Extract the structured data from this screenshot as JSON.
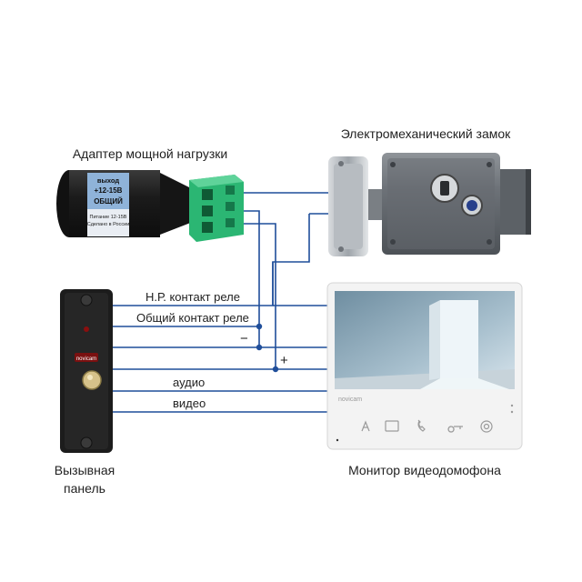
{
  "labels": {
    "adapter": "Адаптер мощной нагрузки",
    "lock": "Электромеханический замок",
    "call_panel_line1": "Вызывная",
    "call_panel_line2": "панель",
    "monitor": "Монитор видеодомофона"
  },
  "wires": {
    "no_relay": "Н.Р. контакт реле",
    "common_relay": "Общий контакт реле",
    "minus": "−",
    "plus": "+",
    "audio": "аудио",
    "video": "видео"
  },
  "adapter_sticker": {
    "line1": "выход",
    "line2": "+12-15В",
    "line3": "ОБЩИЙ",
    "line4": "Питание  12-15В",
    "line5": "Сделано в России"
  },
  "brand": {
    "panel_logo": "novicam",
    "monitor_logo": "novicam"
  },
  "colors": {
    "wire": "#1f4e9a",
    "terminal_green": "#2bb673",
    "panel_body": "#1c1c1c",
    "monitor_body": "#f3f3f3"
  }
}
